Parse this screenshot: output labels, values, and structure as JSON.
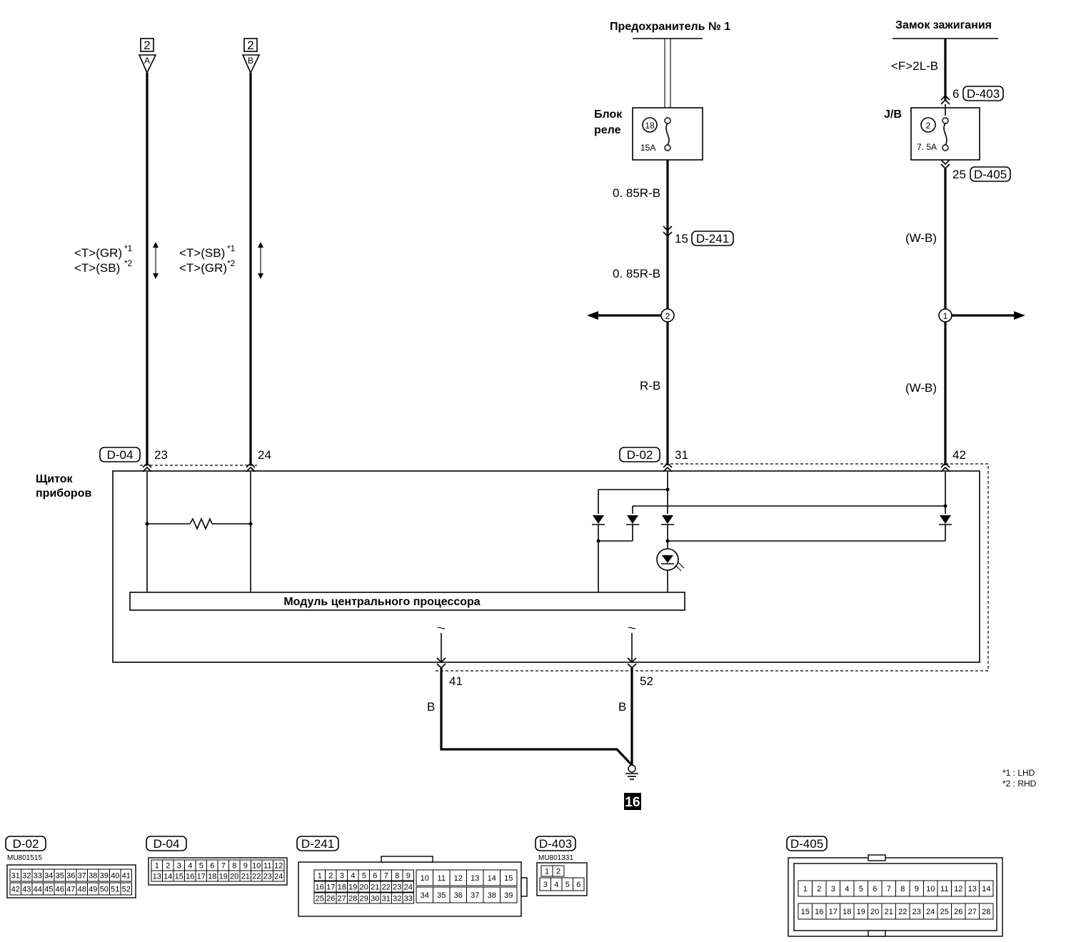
{
  "top_labels": {
    "fuse": "Предохранитель № 1",
    "ignition": "Замок зажигания"
  },
  "relay_block": {
    "label_line1": "Блок",
    "label_line2": "реле",
    "fuse_no": "18",
    "fuse_rating": "15A"
  },
  "jb": {
    "label": "J/B",
    "fuse_no": "2",
    "fuse_rating": "7. 5A"
  },
  "offpage": {
    "a_page": "2",
    "a_letter": "A",
    "b_page": "2",
    "b_letter": "B"
  },
  "wire_a": {
    "line1": "<T>(GR)",
    "line2": "<T>(SB)"
  },
  "wire_b": {
    "line1": "<T>(SB)",
    "line2": "<T>(GR)"
  },
  "stars": {
    "s1": "*1",
    "s2": "*2"
  },
  "ignition_wire": {
    "color_top": "<F>2L-B",
    "pin_d403": "6",
    "conn_d403": "D-403",
    "pin_d405": "25",
    "conn_d405": "D-405",
    "color_mid": "(W-B)",
    "color_low": "(W-B)",
    "splice": "1"
  },
  "fuse_wire": {
    "color_top": "0. 85R-B",
    "pin_d241": "15",
    "conn_d241": "D-241",
    "color_mid": "0. 85R-B",
    "splice": "2",
    "color_low": "R-B"
  },
  "cluster": {
    "label_line1": "Щиток",
    "label_line2": "приборов",
    "conn_left": "D-04",
    "pin_23": "23",
    "pin_24": "24",
    "conn_right": "D-02",
    "pin_31": "31",
    "pin_42": "42",
    "cpu": "Модуль центрального процессора",
    "pin_41": "41",
    "pin_52": "52"
  },
  "ground": {
    "wire_41": "B",
    "wire_52": "B",
    "ground_no": "16"
  },
  "legend": {
    "lhd": "*1 : LHD",
    "rhd": "*2 : RHD"
  },
  "connectors": {
    "d02": {
      "name": "D-02",
      "part": "MU801515",
      "row1": [
        "31",
        "32",
        "33",
        "34",
        "35",
        "36",
        "37",
        "38",
        "39",
        "40",
        "41"
      ],
      "row2": [
        "42",
        "43",
        "44",
        "45",
        "46",
        "47",
        "48",
        "49",
        "50",
        "51",
        "52"
      ]
    },
    "d04": {
      "name": "D-04",
      "row1": [
        "1",
        "2",
        "3",
        "4",
        "5",
        "6",
        "7",
        "8",
        "9",
        "10",
        "11",
        "12"
      ],
      "row2": [
        "13",
        "14",
        "15",
        "16",
        "17",
        "18",
        "19",
        "20",
        "21",
        "22",
        "23",
        "24"
      ]
    },
    "d241": {
      "name": "D-241",
      "row1": [
        "1",
        "2",
        "3",
        "4",
        "5",
        "6",
        "7",
        "8",
        "9"
      ],
      "row2": [
        "16",
        "17",
        "18",
        "19",
        "20",
        "21",
        "22",
        "23",
        "24"
      ],
      "row3": [
        "25",
        "26",
        "27",
        "28",
        "29",
        "30",
        "31",
        "32",
        "33"
      ],
      "big_top": [
        "10",
        "11",
        "12",
        "13",
        "14",
        "15"
      ],
      "big_bottom": [
        "34",
        "35",
        "36",
        "37",
        "38",
        "39"
      ]
    },
    "d403": {
      "name": "D-403",
      "part": "MU801331",
      "top": [
        "1",
        "2"
      ],
      "bottom": [
        "3",
        "4",
        "5",
        "6"
      ]
    },
    "d405": {
      "name": "D-405",
      "row1": [
        "1",
        "2",
        "3",
        "4",
        "5",
        "6",
        "7",
        "8",
        "9",
        "10",
        "11",
        "12",
        "13",
        "14"
      ],
      "row2": [
        "15",
        "16",
        "17",
        "18",
        "19",
        "20",
        "21",
        "22",
        "23",
        "24",
        "25",
        "26",
        "27",
        "28"
      ]
    }
  }
}
